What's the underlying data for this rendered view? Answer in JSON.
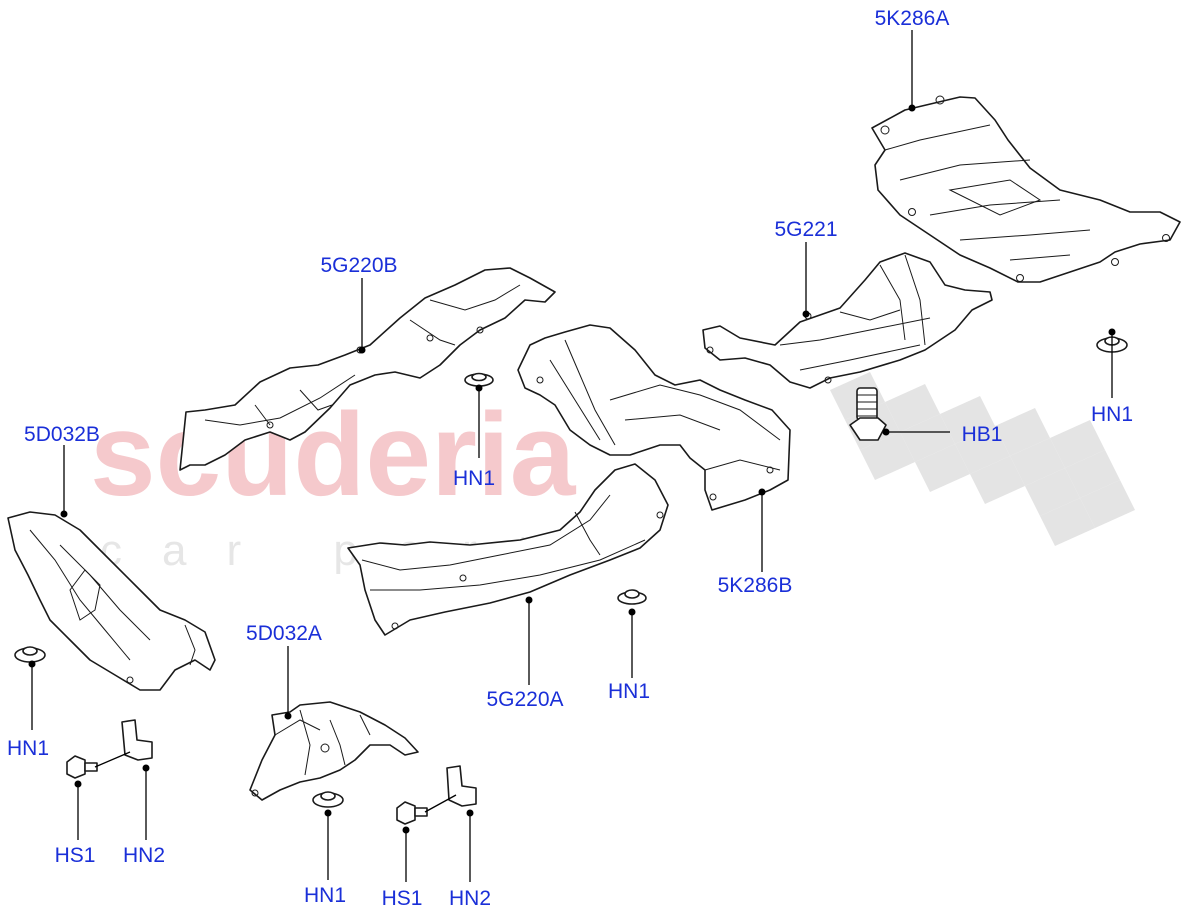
{
  "watermark": {
    "main": "scuderia",
    "sub": "car parts"
  },
  "labels": {
    "l_5K286A": "5K286A",
    "l_5G221": "5G221",
    "l_5G220B": "5G220B",
    "l_5D032B": "5D032B",
    "l_HN1_a": "HN1",
    "l_HN1_b": "HN1",
    "l_HN1_c": "HN1",
    "l_HN1_d": "HN1",
    "l_HN1_e": "HN1",
    "l_HB1": "HB1",
    "l_5K286B": "5K286B",
    "l_5G220A": "5G220A",
    "l_5D032A": "5D032A",
    "l_HS1_a": "HS1",
    "l_HN2_a": "HN2",
    "l_HS1_b": "HS1",
    "l_HN2_b": "HN2"
  },
  "colors": {
    "label": "#1a2fd8",
    "watermark": "#f5c9cc"
  }
}
